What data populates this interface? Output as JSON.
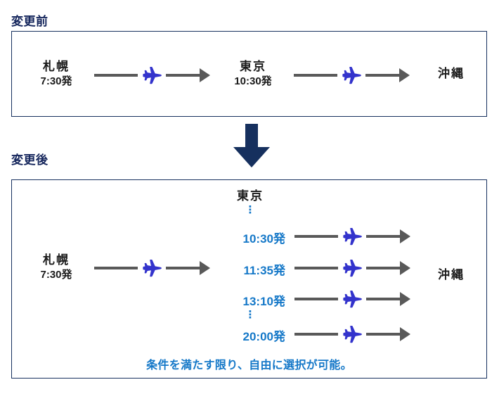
{
  "headings": {
    "before": "変更前",
    "after": "変更後"
  },
  "before": {
    "origin": {
      "name": "札幌",
      "time": "7:30発"
    },
    "via": {
      "name": "東京",
      "time": "10:30発"
    },
    "destination": {
      "name": "沖縄"
    },
    "leg1_icon": "airplane-icon",
    "leg2_icon": "airplane-icon"
  },
  "transition": {
    "icon": "down-arrow-icon",
    "color": "#16305e"
  },
  "after": {
    "origin": {
      "name": "札幌",
      "time": "7:30発"
    },
    "hub_label": "東京",
    "ellipsis_top": "⋮",
    "ellipsis_mid": "⋮",
    "departures": [
      {
        "time": "10:30発",
        "icon": "airplane-icon"
      },
      {
        "time": "11:35発",
        "icon": "airplane-icon"
      },
      {
        "time": "13:10発",
        "icon": "airplane-icon"
      },
      {
        "time": "20:00発",
        "icon": "airplane-icon"
      }
    ],
    "destination": {
      "name": "沖縄"
    },
    "caption": "条件を満たす限り、自由に選択が可能。"
  },
  "colors": {
    "navy": "#16305e",
    "blue_text": "#1578c8",
    "plane": "#3333cc",
    "connector_gray": "#595959",
    "page_bg": "#f2f2f2",
    "panel_bg": "#ffffff"
  }
}
